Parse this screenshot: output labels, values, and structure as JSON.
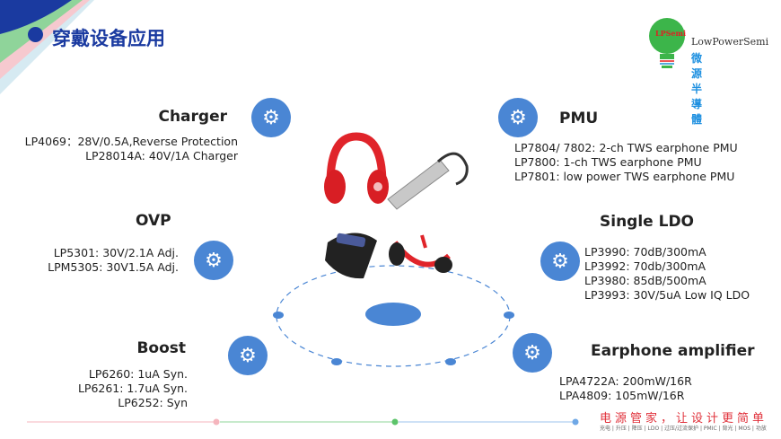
{
  "header": {
    "title": "穿戴设备应用"
  },
  "logo": {
    "badge": "LPSemi",
    "en": "LowPowerSemi",
    "cn": "微源半導體"
  },
  "sections": {
    "charger": {
      "title": "Charger",
      "items": [
        "LP4069：28V/0.5A,Reverse Protection",
        "LP28014A: 40V/1A Charger"
      ]
    },
    "ovp": {
      "title": "OVP",
      "items": [
        "LP5301: 30V/2.1A Adj.",
        "LPM5305: 30V1.5A Adj."
      ]
    },
    "boost": {
      "title": "Boost",
      "items": [
        "LP6260: 1uA Syn.",
        "LP6261: 1.7uA Syn.",
        "LP6252: Syn"
      ]
    },
    "pmu": {
      "title": "PMU",
      "items": [
        "LP7804/ 7802: 2-ch TWS earphone PMU",
        "LP7800: 1-ch TWS earphone PMU",
        "LP7801: low power TWS earphone PMU"
      ]
    },
    "ldo": {
      "title": "Single LDO",
      "items": [
        "LP3990: 70dB/300mA",
        "LP3992: 70db/300mA",
        "LP3980: 85dB/500mA",
        "LP3993: 30V/5uA Low IQ LDO"
      ]
    },
    "amp": {
      "title": "Earphone amplifier",
      "items": [
        "LPA4722A: 200mW/16R",
        "LPA4809: 105mW/16R"
      ]
    }
  },
  "footer": {
    "slogan": "电源管家，让设计更简单",
    "categories": "充电 | 升压 | 降压 | LDO | 过压/过流保护 | PMIC | 背光 | MOS | 功放"
  },
  "colors": {
    "accent": "#4a86d4",
    "title": "#1a3aa0",
    "slogan": "#e0303a"
  }
}
